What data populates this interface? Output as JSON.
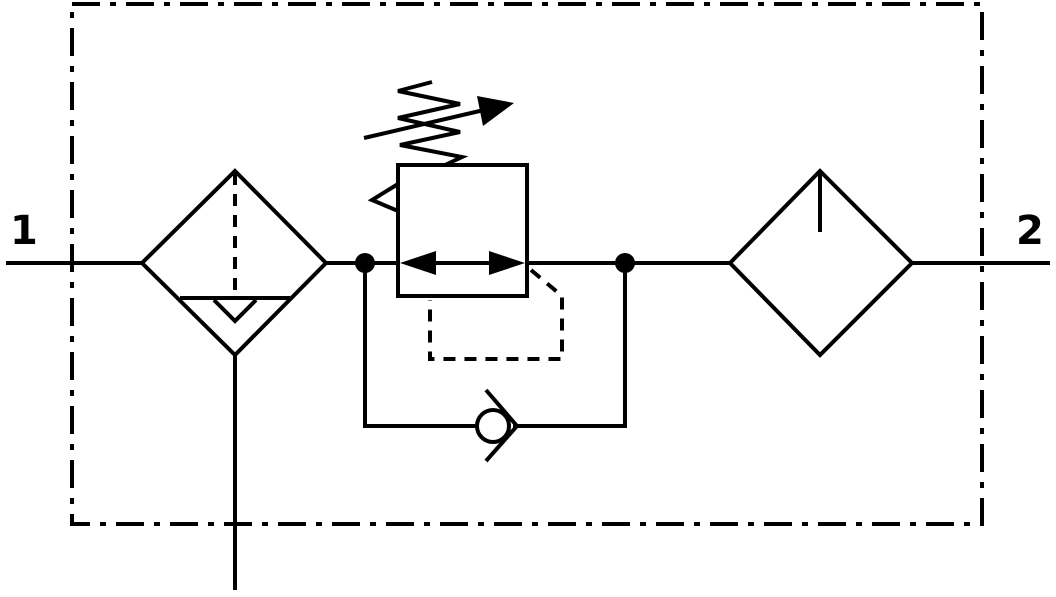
{
  "ports": {
    "inlet_label": "1",
    "outlet_label": "2"
  },
  "style": {
    "stroke_color": "#000000",
    "background_color": "#ffffff"
  },
  "components": {
    "filter_separator": "filter-with-water-separator-icon",
    "pressure_regulator": "pressure-regulator-icon",
    "spring": "adjustable-spring-icon",
    "check_valve": "check-valve-icon",
    "lubricator": "lubricator-icon",
    "enclosure": "dash-dot-enclosure"
  }
}
